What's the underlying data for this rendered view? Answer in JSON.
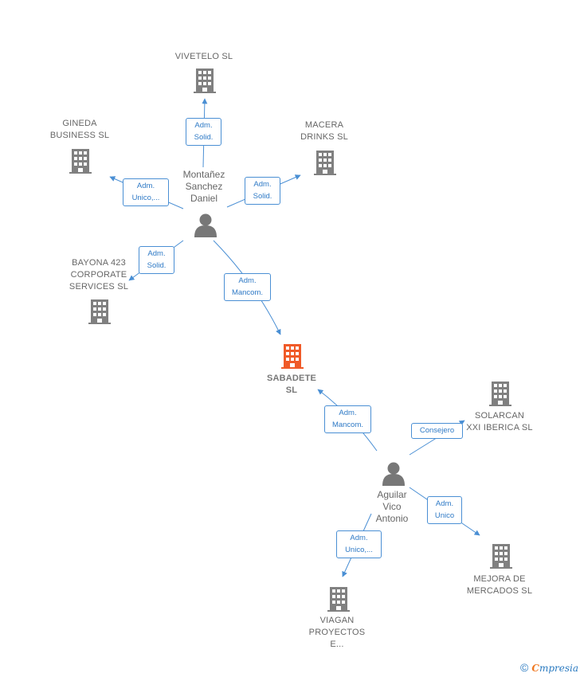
{
  "nodes": {
    "vivetelo": {
      "label": "VIVETELO  SL"
    },
    "gineda": {
      "label_1": "GINEDA",
      "label_2": "BUSINESS  SL"
    },
    "macera": {
      "label_1": "MACERA",
      "label_2": "DRINKS  SL"
    },
    "bayona": {
      "label_1": "BAYONA 423",
      "label_2": "CORPORATE",
      "label_3": "SERVICES  SL"
    },
    "sabadete": {
      "label_1": "SABADETE",
      "label_2": "SL"
    },
    "solarcan": {
      "label_1": "SOLARCAN",
      "label_2": "XXI IBERICA SL"
    },
    "mejora": {
      "label_1": "MEJORA DE",
      "label_2": "MERCADOS SL"
    },
    "viagan": {
      "label_1": "VIAGAN",
      "label_2": "PROYECTOS",
      "label_3": "E..."
    },
    "montanez": {
      "label_1": "Montañez",
      "label_2": "Sanchez",
      "label_3": "Daniel"
    },
    "aguilar": {
      "label_1": "Aguilar",
      "label_2": "Vico",
      "label_3": "Antonio"
    }
  },
  "edges": {
    "m_vivetelo": {
      "line1": "Adm.",
      "line2": "Solid."
    },
    "m_gineda": {
      "line1": "Adm.",
      "line2": "Unico,..."
    },
    "m_macera": {
      "line1": "Adm.",
      "line2": "Solid."
    },
    "m_bayona": {
      "line1": "Adm.",
      "line2": "Solid."
    },
    "m_sabadete": {
      "line1": "Adm.",
      "line2": "Mancom."
    },
    "a_sabadete": {
      "line1": "Adm.",
      "line2": "Mancom."
    },
    "a_solarcan": {
      "line1": "Consejero"
    },
    "a_mejora": {
      "line1": "Adm.",
      "line2": "Unico"
    },
    "a_viagan": {
      "line1": "Adm.",
      "line2": "Unico,..."
    }
  },
  "colors": {
    "company": "#808080",
    "focus_company": "#f05a28",
    "person": "#777777",
    "edge": "#4a8fd4"
  },
  "icons": {
    "company": "building-icon",
    "person": "person-icon"
  },
  "footer": {
    "copyright": "©",
    "brand_first": "C",
    "brand_rest": "mpresia"
  }
}
